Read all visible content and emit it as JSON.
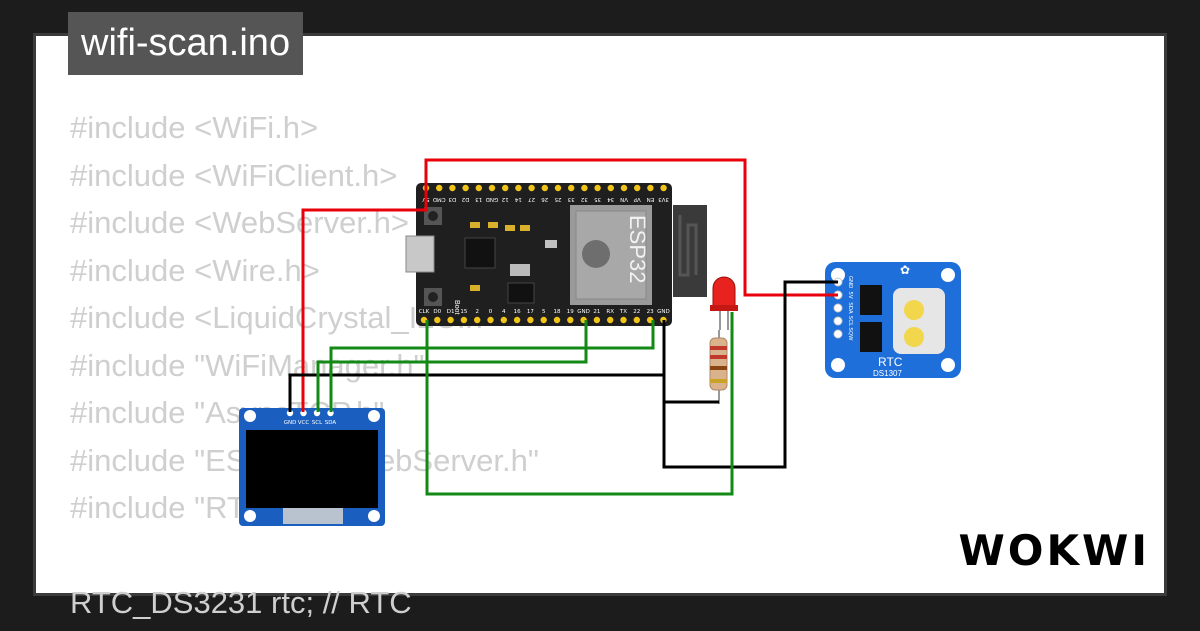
{
  "title": "wifi-scan.ino",
  "code_lines": [
    "#include <WiFi.h>",
    "#include <WiFiClient.h>",
    "#include <WebServer.h>",
    "#include <Wire.h>",
    "#include <LiquidCrystal_I2C.h>",
    "#include \"WiFiManager.h\"",
    "#include \"AsyncTCP.h\"",
    "#include \"ESPAsyncWebServer.h\"",
    "#include \"RTClib.h\"",
    "",
    "RTC_DS3231 rtc; // RTC"
  ],
  "esp32": {
    "chip_label": "ESP32",
    "top_pins": [
      "5V",
      "CMD",
      "D3",
      "D2",
      "13",
      "GND",
      "12",
      "14",
      "27",
      "26",
      "25",
      "33",
      "32",
      "35",
      "34",
      "VN",
      "VP",
      "EN",
      "3V3"
    ],
    "bottom_pins": [
      "CLK",
      "D0",
      "D1",
      "15",
      "2",
      "0",
      "4",
      "16",
      "17",
      "5",
      "18",
      "19",
      "GND",
      "21",
      "RX",
      "TX",
      "22",
      "23",
      "GND"
    ],
    "boot_label": "Boot",
    "en_label": "EN"
  },
  "oled": {
    "pins": [
      "GND",
      "VCC",
      "SCL",
      "SDA"
    ]
  },
  "rtc": {
    "label": "RTC",
    "model": "DS1307",
    "pins": [
      "GND",
      "5V",
      "SDA",
      "SCL",
      "SQW"
    ]
  },
  "colors": {
    "wire_red": "#e8000b",
    "wire_black": "#000000",
    "wire_green": "#138a16",
    "rtc_board": "#1e6fd9",
    "oled_board": "#1a5fbf",
    "esp_board": "#1f1f1f"
  },
  "brand": "WOKWI"
}
